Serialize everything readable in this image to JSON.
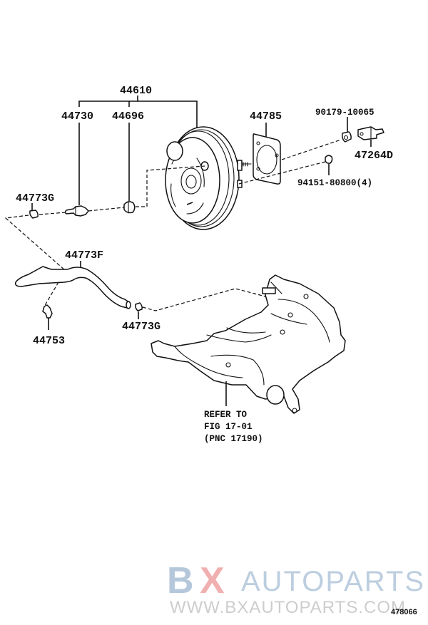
{
  "diagram": {
    "title": "Brake booster assembly exploded parts diagram",
    "part_labels": {
      "booster_assy": "44610",
      "check_valve_union": "44730",
      "grommet": "44696",
      "gasket": "44785",
      "nut": "90179-10065",
      "bracket": "47264D",
      "bolt_qty": "94151-80800(4)",
      "hose_clip_top": "44773G",
      "vacuum_hose": "44773F",
      "hose_clamp": "44753",
      "hose_clip_bottom": "44773G"
    },
    "reference_note": {
      "line1": "REFER TO",
      "line2": "FIG 17-01",
      "line3": "(PNC 17190)"
    },
    "figure_number": "478066"
  },
  "watermark": {
    "brand_b": "B",
    "brand_x": "X",
    "brand_rest": "AUTOPARTS",
    "url": "WWW.BXAUTOPARTS.COM",
    "colors": {
      "blue": "#aec3d8",
      "red": "#f0a8a8",
      "gray": "#c8c8c8"
    }
  }
}
